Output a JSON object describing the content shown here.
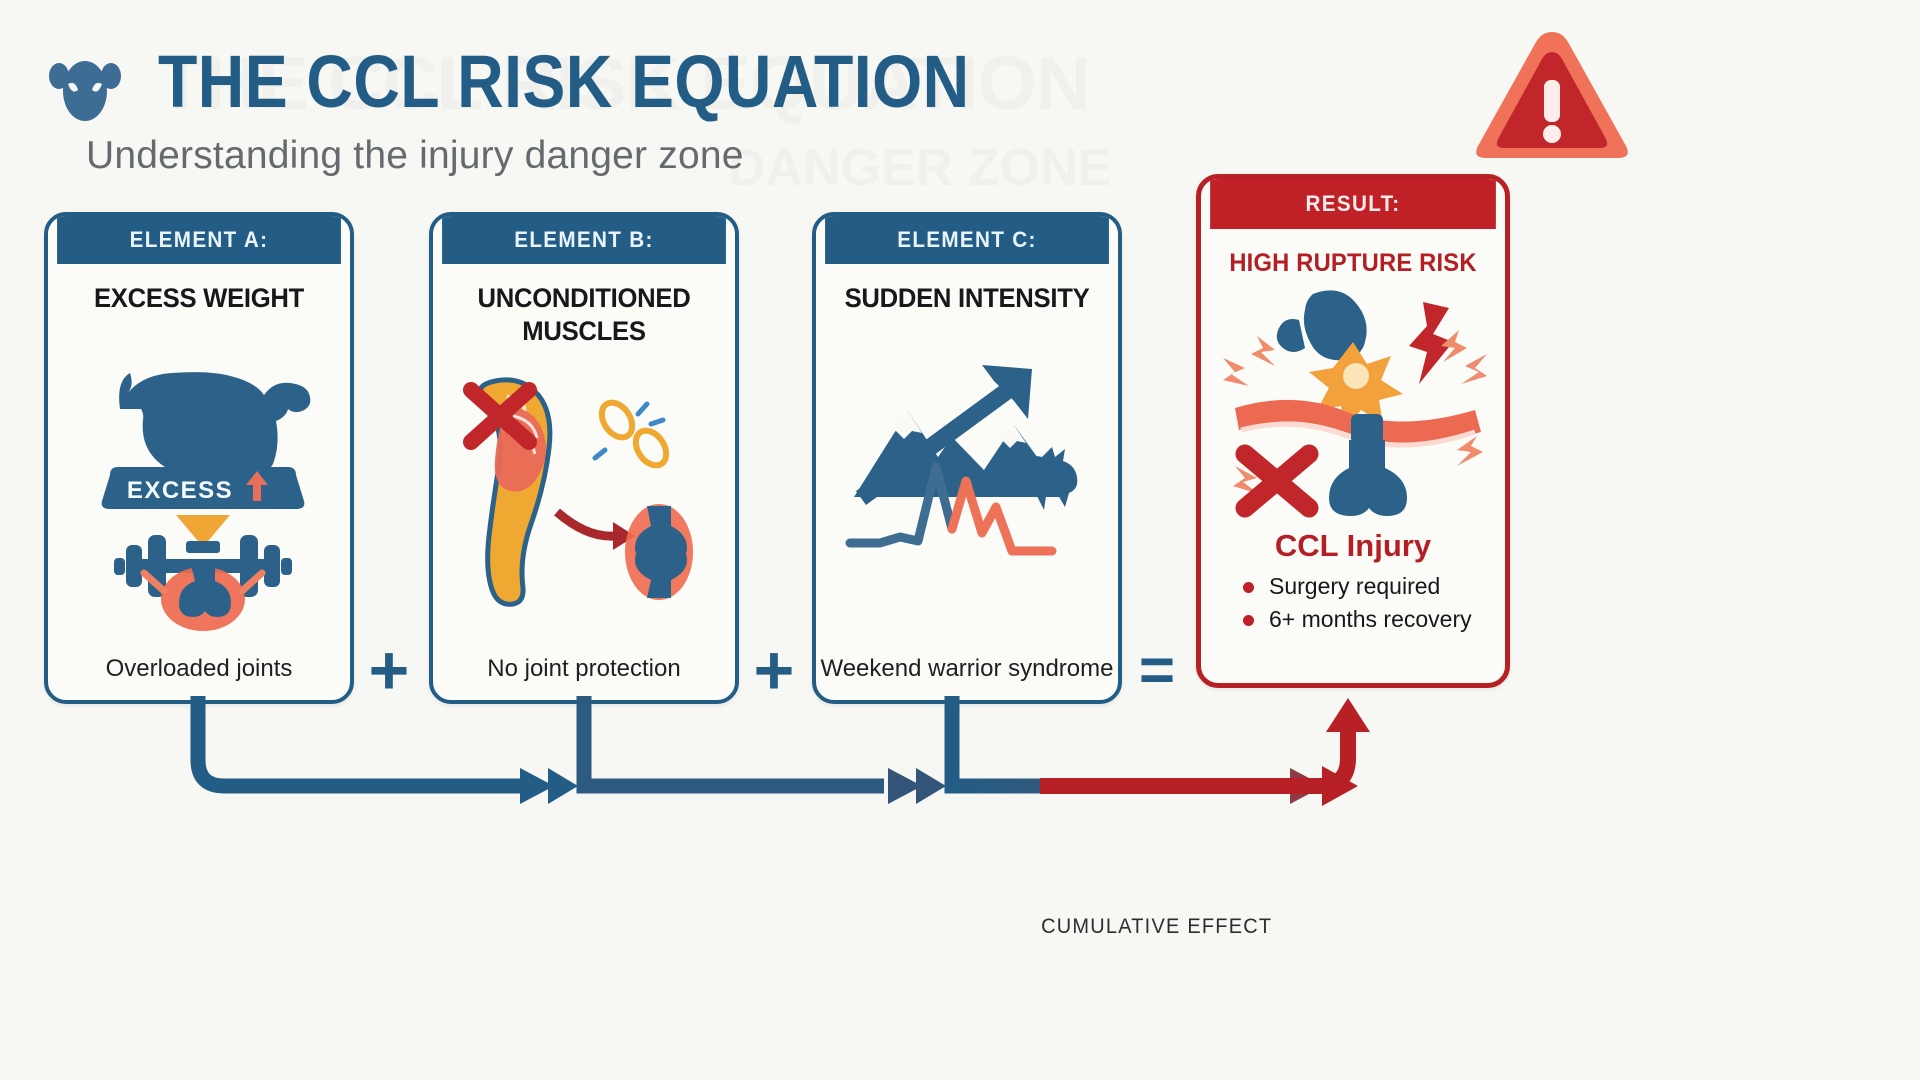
{
  "header": {
    "logo_icon": "dog-paw-face-icon",
    "title": "THE CCL RISK EQUATION",
    "ghost_title": "THE CCL RISK EQUATION",
    "subtitle": "Understanding the injury danger zone",
    "ghost_subtitle": "DANGER ZONE",
    "title_color": "#235d85",
    "subtitle_color": "#656a6e"
  },
  "operators": {
    "plus1": "+",
    "plus2": "+",
    "equals": "="
  },
  "cards": [
    {
      "eyebrow": "ELEMENT A:",
      "title": "EXCESS WEIGHT",
      "caption": "Overloaded joints",
      "badge_label": "EXCESS",
      "badge_icon": "up-arrow-icon",
      "art_icons": [
        "overweight-dog-icon",
        "excess-weight-badge",
        "down-triangle-icon",
        "barbell-icon",
        "knee-joint-icon",
        "impact-arrows-icon"
      ]
    },
    {
      "eyebrow": "ELEMENT B:",
      "title": "UNCONDITIONED MUSCLES",
      "caption": "No joint protection",
      "art_icons": [
        "red-x-icon",
        "weak-muscle-icon",
        "broken-chain-icon",
        "curved-arrow-icon",
        "knee-joint-icon"
      ]
    },
    {
      "eyebrow": "ELEMENT C:",
      "title": "SUDDEN INTENSITY",
      "caption": "Weekend warrior syndrome",
      "art_icons": [
        "mountain-icon",
        "rising-arrow-icon",
        "spike-line-chart-icon",
        "jumping-dog-icon"
      ]
    }
  ],
  "result": {
    "eyebrow": "RESULT:",
    "title": "HIGH RUPTURE RISK",
    "subtitle": "CCL Injury",
    "warning_icon": "warning-triangle-icon",
    "bullets": [
      "Surgery required",
      "6+ months recovery"
    ],
    "art_icons": [
      "dog-leg-icon",
      "lightning-bolt-icon",
      "torn-ligament-icon",
      "red-x-icon",
      "knee-joint-icon",
      "impact-burst-icon"
    ],
    "accent_color": "#bf2127"
  },
  "flow": {
    "cumulative_label": "CUMULATIVE EFFECT",
    "start_color": "#235d85",
    "end_color": "#b72025"
  },
  "chart_data": {
    "type": "diagram",
    "title": "THE CCL RISK EQUATION",
    "equation": "EXCESS WEIGHT + UNCONDITIONED MUSCLES + SUDDEN INTENSITY = HIGH RUPTURE RISK",
    "terms": [
      {
        "label": "ELEMENT A:",
        "value": "EXCESS WEIGHT",
        "effect": "Overloaded joints"
      },
      {
        "label": "ELEMENT B:",
        "value": "UNCONDITIONED MUSCLES",
        "effect": "No joint protection"
      },
      {
        "label": "ELEMENT C:",
        "value": "SUDDEN INTENSITY",
        "effect": "Weekend warrior syndrome"
      }
    ],
    "result": {
      "label": "RESULT:",
      "value": "HIGH RUPTURE RISK",
      "detail": "CCL Injury",
      "consequences": [
        "Surgery required",
        "6+ months recovery"
      ]
    },
    "annotations": [
      "CUMULATIVE EFFECT"
    ]
  }
}
